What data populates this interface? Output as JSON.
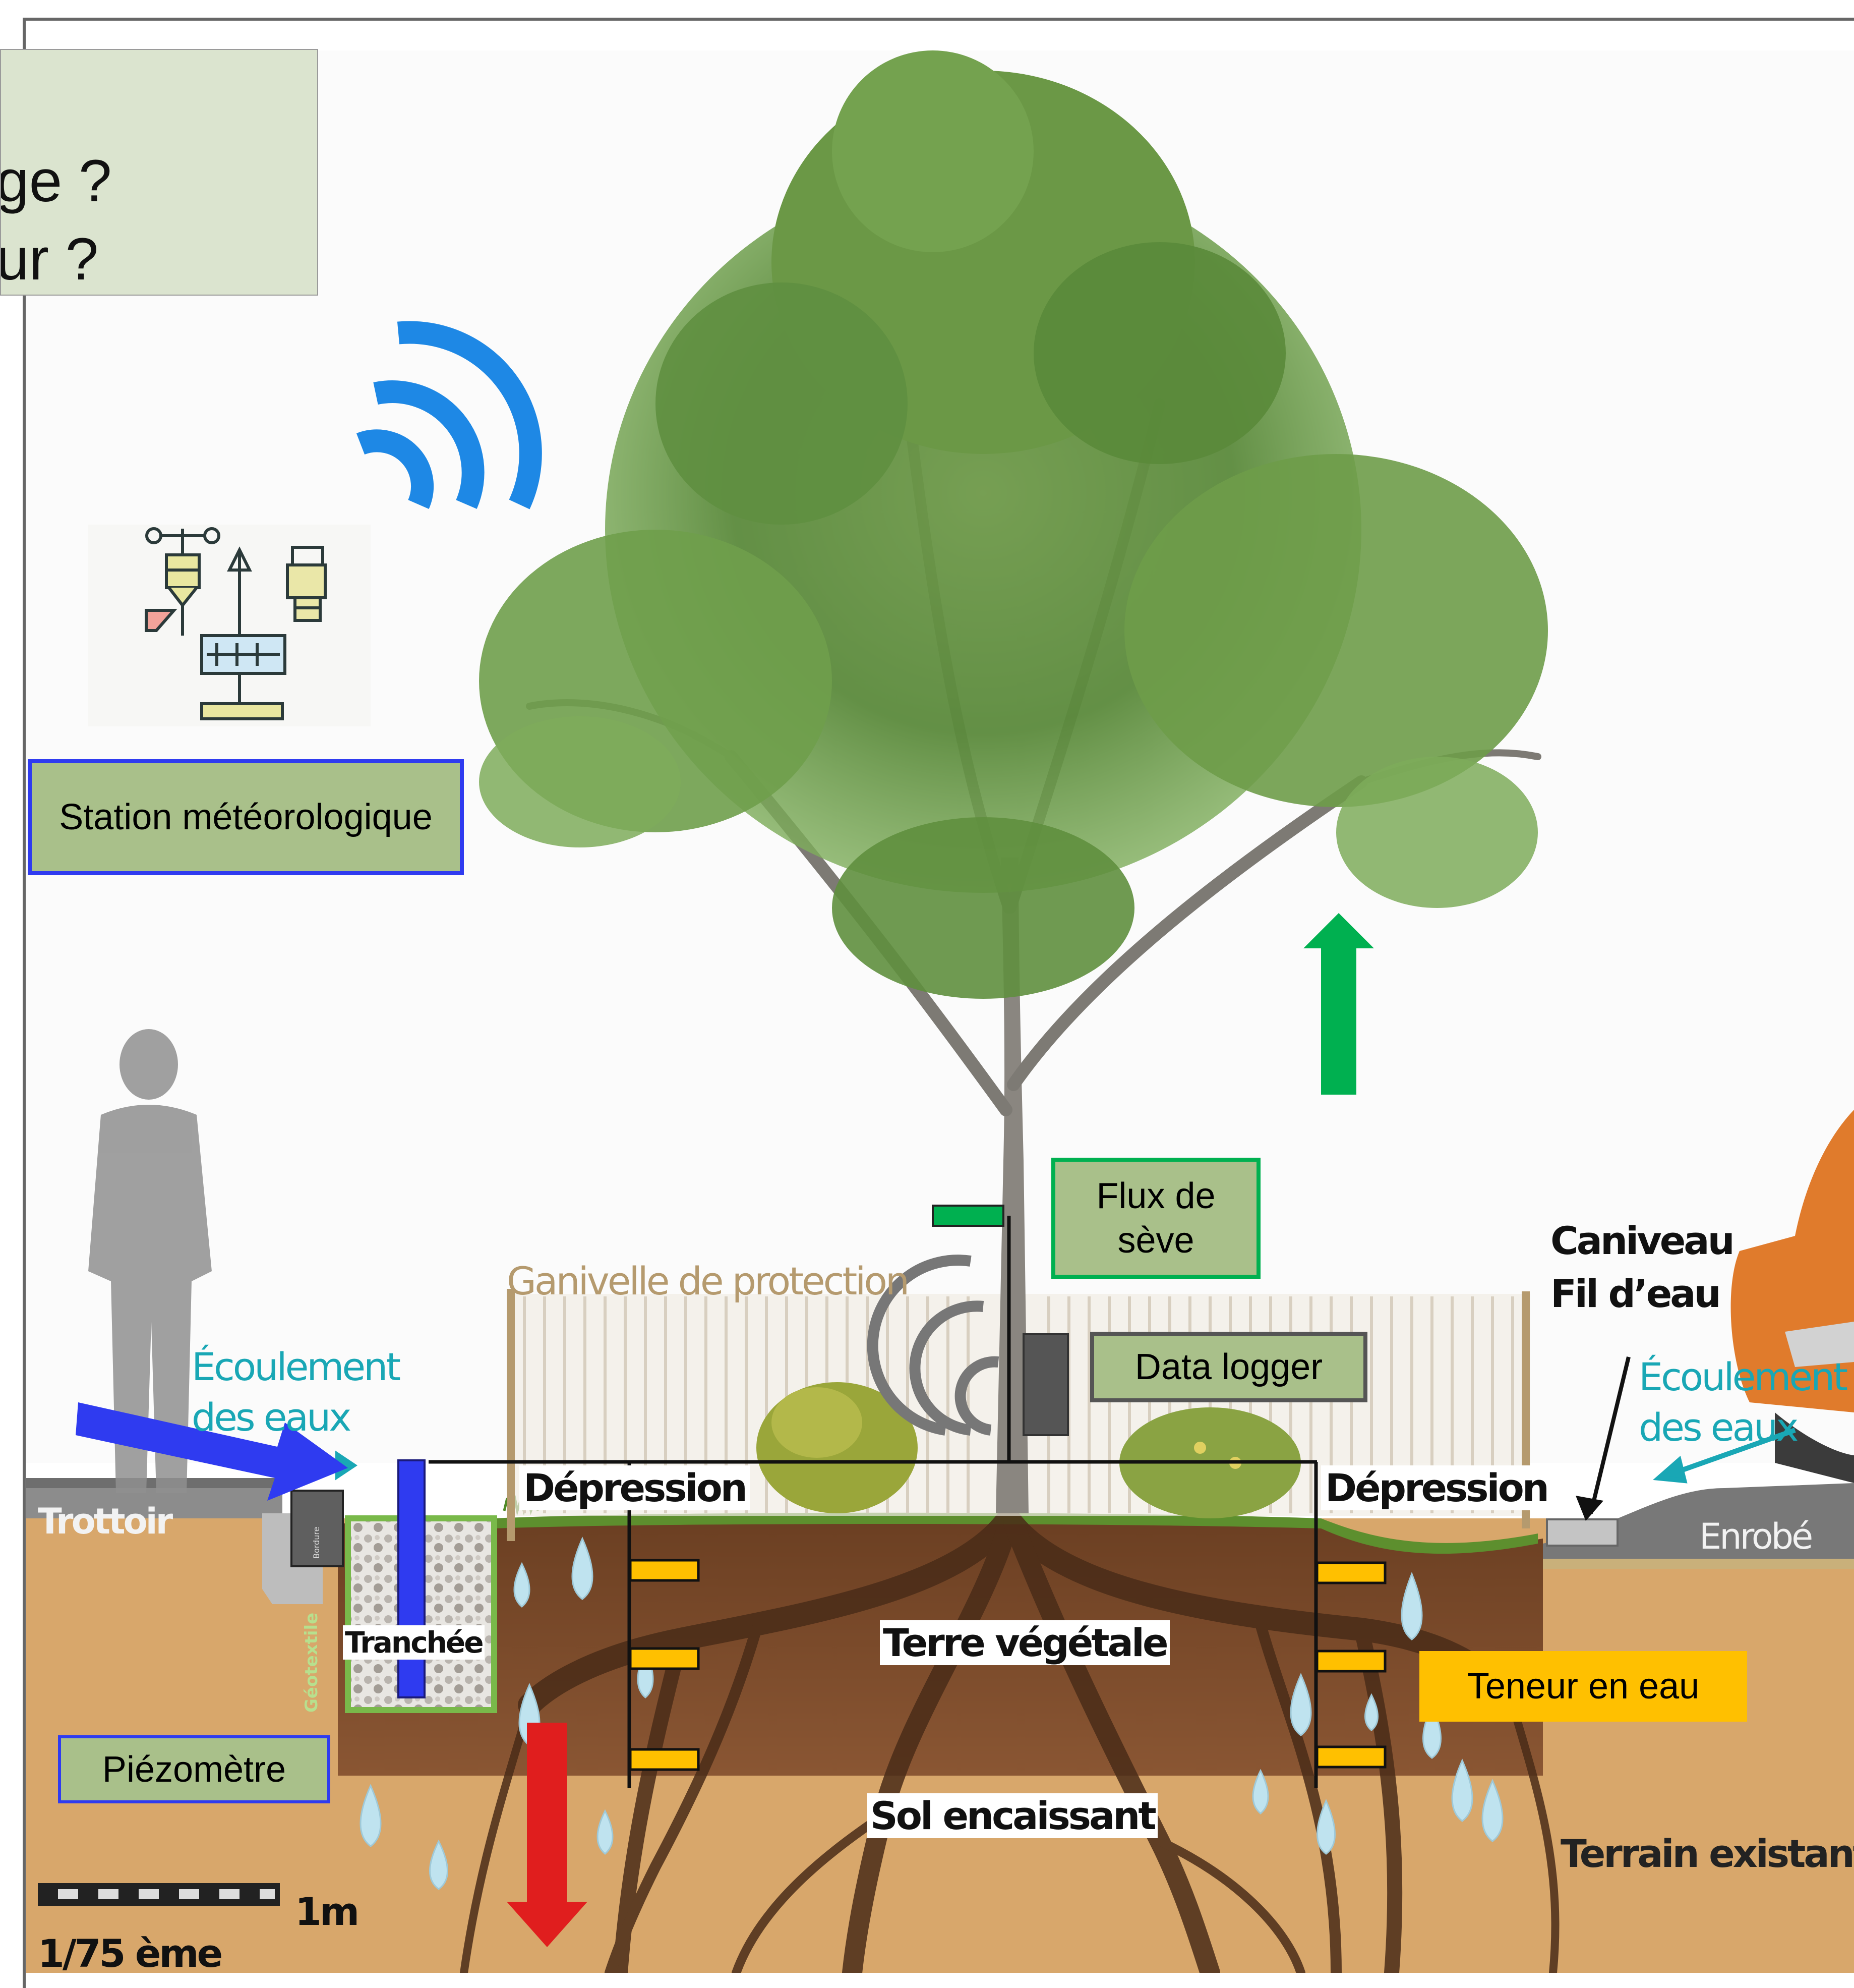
{
  "question_box": {
    "line1": "ge ?",
    "line2": "ur ?"
  },
  "labels": {
    "station": "Station météorologique",
    "sap_flow": "Flux de sève",
    "data_logger": "Data logger",
    "water_content": "Teneur en eau",
    "piezometer": "Piézomètre"
  },
  "schema": {
    "fence": "Ganivelle de protection",
    "flow_left": "Écoulement des eaux",
    "flow_right": "Écoulement des eaux",
    "gutter_line1": "Caniveau",
    "gutter_line2": "Fil d’eau",
    "sidewalk": "Trottoir",
    "depression_left": "Dépression",
    "depression_right": "Dépression",
    "asphalt": "Enrobé",
    "trench": "Tranchée",
    "geotextile": "Géotextile",
    "curb": "Bordure",
    "topsoil": "Terre végétale",
    "subsoil": "Sol encaissant",
    "existing_ground": "Terrain existant",
    "scale_unit": "1m",
    "scale_ratio": "1/75 ème"
  },
  "colors": {
    "sensor_yellow": "#FFC000",
    "sap_green": "#00B050",
    "wireless_blue": "#1E88E5",
    "piezometer_blue": "#2F3BF0",
    "arrow_red": "#E01E1E",
    "label_bg": "#A9C08A",
    "soil": "#7A4A2A",
    "ground": "#D7A56A",
    "flow_cyan": "#19A7B5"
  },
  "icons": [
    "weather-station-icon",
    "wireless-signal-icon",
    "logger-signal-icon",
    "person-silhouette",
    "car-silhouette",
    "tree-illustration",
    "water-drop-icon"
  ]
}
